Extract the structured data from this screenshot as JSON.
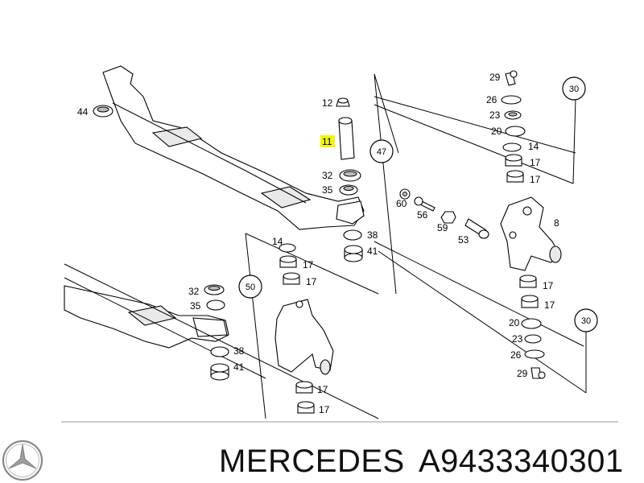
{
  "footer": {
    "brand": "MERCEDES",
    "part_number": "A9433340301"
  },
  "callouts": {
    "c44": "44",
    "c12": "12",
    "c11": "11",
    "c47": "47",
    "c32_top": "32",
    "c35_top": "35",
    "c38_top": "38",
    "c41_top": "41",
    "c60": "60",
    "c56": "56",
    "c59": "59",
    "c53": "53",
    "c8": "8",
    "c29_top": "29",
    "c26_top": "26",
    "c23_top": "23",
    "c20_top": "20",
    "c14_top": "14",
    "c17_top_a": "17",
    "c17_top_b": "17",
    "c30_top": "30",
    "c17_mid_a": "17",
    "c17_mid_b": "17",
    "c20_bot": "20",
    "c23_bot": "23",
    "c26_bot": "26",
    "c29_bot": "29",
    "c30_bot": "30",
    "c14_left": "14",
    "c17_left_a": "17",
    "c17_left_b": "17",
    "c50": "50",
    "c32_bot": "32",
    "c35_bot": "35",
    "c38_bot": "38",
    "c41_bot": "41",
    "c17_low_a": "17",
    "c17_low_b": "17"
  },
  "colors": {
    "highlight": "#f4f40a",
    "ink": "#000000"
  }
}
